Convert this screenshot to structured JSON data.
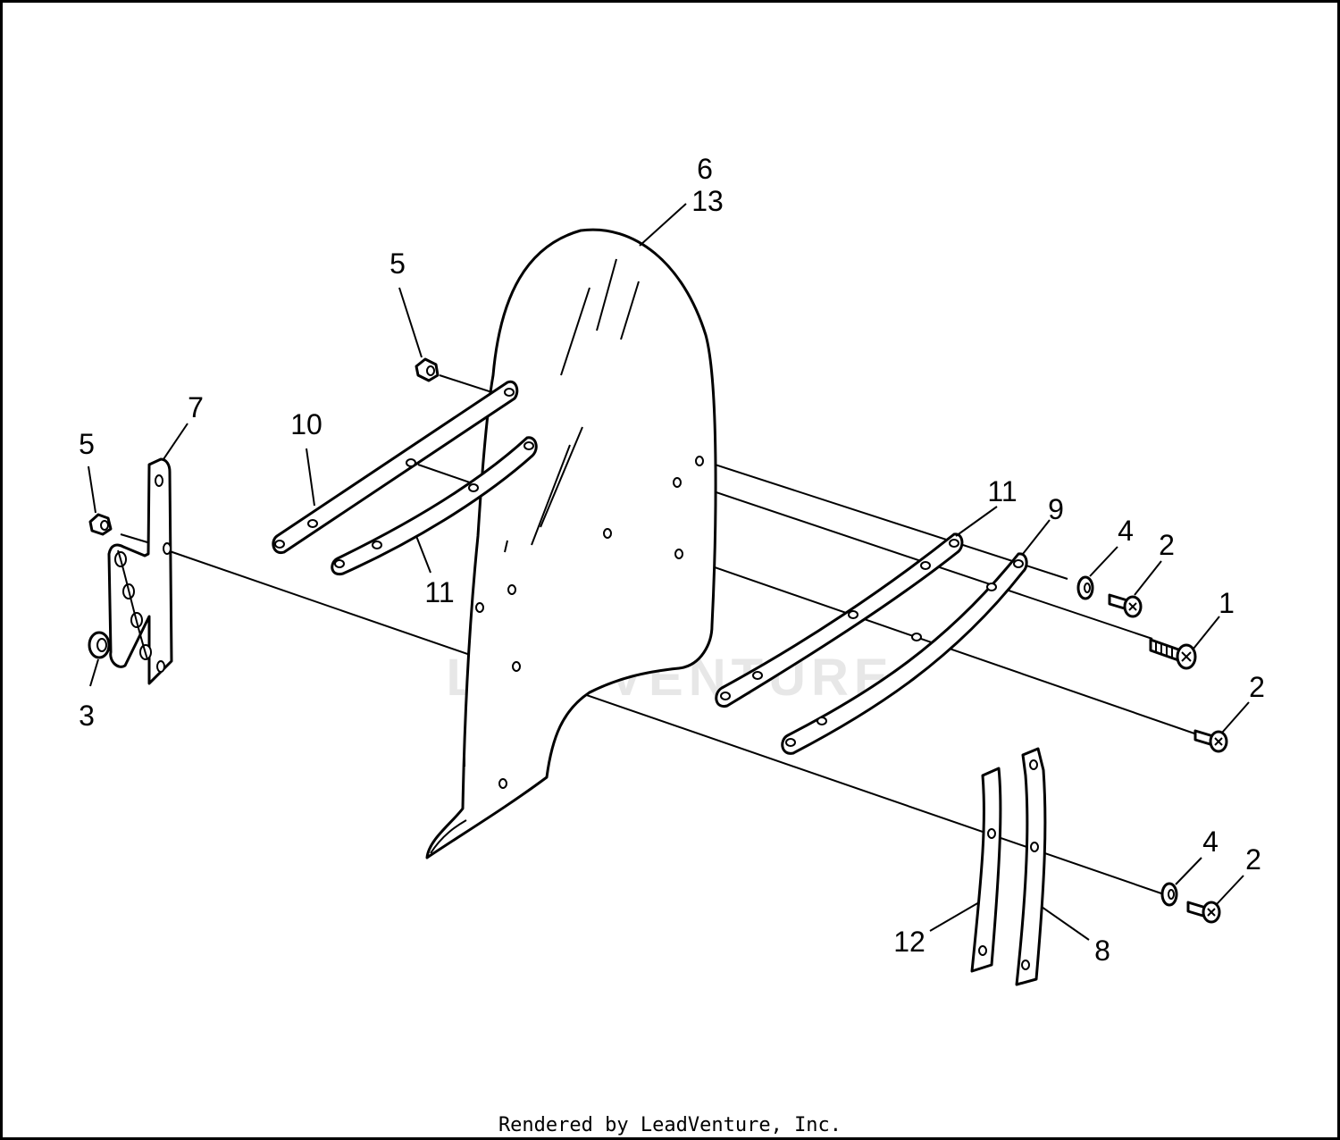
{
  "callouts": {
    "c1": "1",
    "c2a": "2",
    "c2b": "2",
    "c2c": "2",
    "c3": "3",
    "c4a": "4",
    "c4b": "4",
    "c5a": "5",
    "c5b": "5",
    "c6": "6",
    "c7": "7",
    "c8": "8",
    "c9": "9",
    "c10": "10",
    "c11a": "11",
    "c11b": "11",
    "c12": "12",
    "c13": "13"
  },
  "watermark": {
    "text": "LEADVENTURE"
  },
  "footer": {
    "text": "Rendered by LeadVenture, Inc."
  }
}
